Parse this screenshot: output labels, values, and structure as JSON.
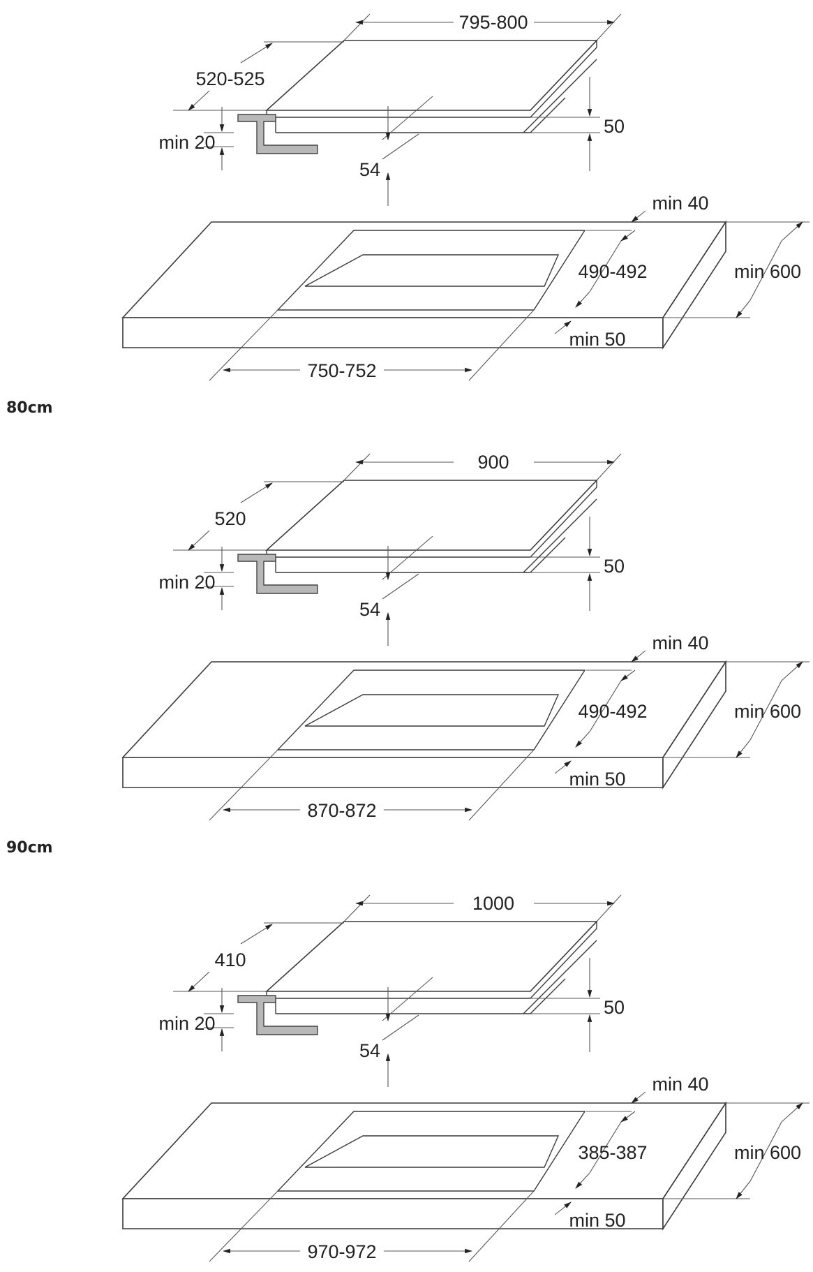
{
  "panels": [
    {
      "caption": "",
      "top_width": "795-800",
      "top_depth": "520-525",
      "edge_gap": "min 20",
      "hob_height": "50",
      "insert_depth": "54",
      "back_clearance": "min 40",
      "cut_depth": "490-492",
      "counter_depth": "min 600",
      "counter_thickness": "min 50",
      "cut_width": "750-752"
    },
    {
      "caption": "80cm",
      "top_width": "900",
      "top_depth": "520",
      "edge_gap": "min 20",
      "hob_height": "50",
      "insert_depth": "54",
      "back_clearance": "min 40",
      "cut_depth": "490-492",
      "counter_depth": "min 600",
      "counter_thickness": "min 50",
      "cut_width": "870-872"
    },
    {
      "caption": "90cm",
      "top_width": "1000",
      "top_depth": "410",
      "edge_gap": "min 20",
      "hob_height": "50",
      "insert_depth": "54",
      "back_clearance": "min 40",
      "cut_depth": "385-387",
      "counter_depth": "min 600",
      "counter_thickness": "min 50",
      "cut_width": "970-972"
    }
  ]
}
